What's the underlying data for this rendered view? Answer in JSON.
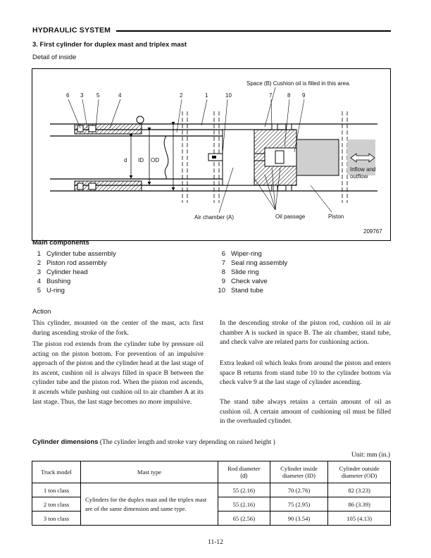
{
  "header": {
    "title": "HYDRAULIC SYSTEM"
  },
  "section_title": "3.   First cylinder for duplex mast and triplex mast",
  "subsection_title": "Detail of inside",
  "figure": {
    "callouts": [
      "6",
      "3",
      "5",
      "4",
      "2",
      "1",
      "10",
      "7",
      "8",
      "9"
    ],
    "space_b_note": "Space (B) Cushion oil is filled in this area.",
    "dim_d": "d",
    "dim_id": "ID",
    "dim_od": "OD",
    "inflow": "Inflow and",
    "outflow": "outflow",
    "air_chamber": "Air chamber (A)",
    "oil_passage": "Oil passage",
    "piston": "Piston",
    "figure_number": "209767"
  },
  "main_components": {
    "title": "Main components",
    "left": [
      {
        "num": "1",
        "label": "Cylinder tube assembly"
      },
      {
        "num": "2",
        "label": "Piston rod assembly"
      },
      {
        "num": "3",
        "label": "Cylinder head"
      },
      {
        "num": "4",
        "label": "Bushing"
      },
      {
        "num": "5",
        "label": "U-ring"
      }
    ],
    "right": [
      {
        "num": "6",
        "label": "Wiper-ring"
      },
      {
        "num": "7",
        "label": "Seal ring assembly"
      },
      {
        "num": "8",
        "label": "Slide ring"
      },
      {
        "num": "9",
        "label": "Check valve"
      },
      {
        "num": "10",
        "label": "Stand tube"
      }
    ]
  },
  "action": {
    "title": "Action",
    "left_p1": "This cylinder, mounted on the center of the mast, acts first during ascending stroke of the fork.",
    "left_p2": "The piston rod extends from the cylinder tube by pressure oil acting on the piston bottom.  For prevention of an impulsive approach of the piston and the cylinder head at the last stage of its ascent, cushion oil is always filled in space B between the cylinder tube and the piston rod.  When the piston rod ascends, it ascends while pushing out cushion oil to air chamber A at its last stage.  Thus, the last stage becomes no more impulsive.",
    "right_p1": "In the descending stroke of the piston rod, cushion oil in air chamber A is sucked in space B.  The air chamber, stand tube, and check valve are related parts for cushioning action.",
    "right_p2": "Extra leaked oil which leaks from around the piston and enters space B returns from stand tube 10 to the cylinder bottom via check valve 9 at the last stage of cylinder ascending.",
    "right_p3": "The stand tube always retains a certain amount of oil as cushion oil.  A certain amount of cushioning oil must be filled in the overhauled cylinder."
  },
  "dimensions": {
    "title_bold": "Cylinder dimensions",
    "title_note": " (The cylinder length and stroke vary depending on raised height )",
    "unit": "Unit:  mm (in.)",
    "headers": {
      "truck_model": "Truck model",
      "mast_type": "Mast type",
      "rod_l1": "Rod diameter",
      "rod_l2": "(d)",
      "cid_l1": "Cylinder inside",
      "cid_l2": "diameter (ID)",
      "cod_l1": "Cylinder outside",
      "cod_l2": "diameter (OD)"
    },
    "mast_type_text": "Cylinders for the duplex mast and the triplex mast are of the same dimension and same type.",
    "rows": [
      {
        "model": "1 ton class",
        "rod": "55 (2.16)",
        "id": "70 (2.76)",
        "od": "82 (3.23)"
      },
      {
        "model": "2 ton class",
        "rod": "55 (2.16)",
        "id": "75 (2.95)",
        "od": "86 (3.39)"
      },
      {
        "model": "3 ton class",
        "rod": "65 (2.56)",
        "id": "90 (3.54)",
        "od": "105 (4.13)"
      }
    ]
  },
  "page_number": "11-12"
}
